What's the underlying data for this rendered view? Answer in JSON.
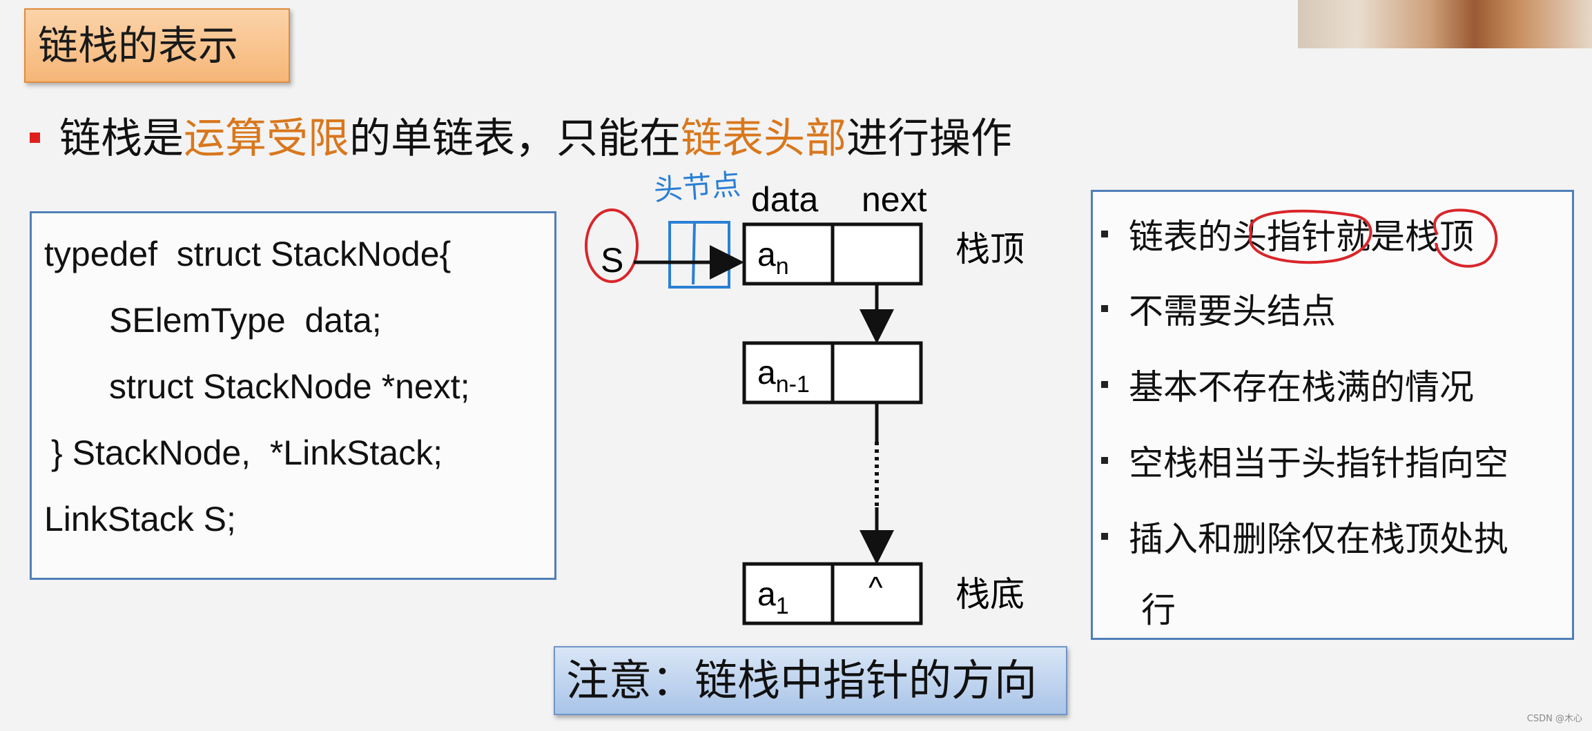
{
  "slide": {
    "title": "链栈的表示",
    "bullet": {
      "p1": "链栈是",
      "h1": "运算受限",
      "p2": "的单链表，只能在",
      "h2": "链表头部",
      "p3": "进行操作"
    },
    "code_lines": [
      "typedef  struct StackNode{",
      "SElemType  data;",
      "struct StackNode *next;",
      "} StackNode,  *LinkStack;",
      "LinkStack S;"
    ],
    "diagram": {
      "header_data": "data",
      "header_next": "next",
      "pointer_label": "S",
      "node_top_data": "a",
      "node_top_sub": "n",
      "node_second_data": "a",
      "node_second_sub": "n-1",
      "node_bottom_data": "a",
      "node_bottom_sub": "1",
      "null_symbol": "^",
      "top_label": "栈顶",
      "bottom_label": "栈底",
      "handwritten_note": "头节点"
    },
    "notes": [
      "链表的头指针就是栈顶",
      "不需要头结点",
      "基本不存在栈满的情况",
      "空栈相当于头指针指向空",
      "插入和删除仅在栈顶处执"
    ],
    "note_continuation": "行",
    "footer": "注意：链栈中指针的方向",
    "watermark": "CSDN @木心",
    "colors": {
      "highlight": "#d9771d",
      "annotation_red": "#d9252a",
      "annotation_blue": "#2a7fd4",
      "box_border": "#4f7fb8"
    }
  }
}
